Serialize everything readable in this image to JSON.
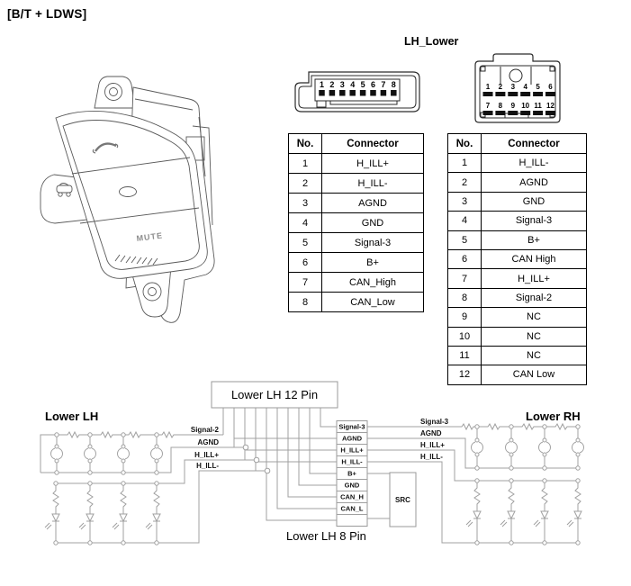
{
  "page": {
    "title": "[B/T + LDWS]"
  },
  "connector_label": "LH_Lower",
  "connectors": {
    "eight_pin": {
      "pins": [
        "1",
        "2",
        "3",
        "4",
        "5",
        "6",
        "7",
        "8"
      ]
    },
    "twelve_pin": {
      "pins_row1": [
        "1",
        "2",
        "3",
        "4",
        "5",
        "6"
      ],
      "pins_row2": [
        "7",
        "8",
        "9",
        "10",
        "11",
        "12"
      ]
    }
  },
  "pin_tables": [
    {
      "headers": [
        "No.",
        "Connector"
      ],
      "rows": [
        [
          "1",
          "H_ILL+"
        ],
        [
          "2",
          "H_ILL-"
        ],
        [
          "3",
          "AGND"
        ],
        [
          "4",
          "GND"
        ],
        [
          "5",
          "Signal-3"
        ],
        [
          "6",
          "B+"
        ],
        [
          "7",
          "CAN_High"
        ],
        [
          "8",
          "CAN_Low"
        ]
      ]
    },
    {
      "headers": [
        "No.",
        "Connector"
      ],
      "rows": [
        [
          "1",
          "H_ILL-"
        ],
        [
          "2",
          "AGND"
        ],
        [
          "3",
          "GND"
        ],
        [
          "4",
          "Signal-3"
        ],
        [
          "5",
          "B+"
        ],
        [
          "6",
          "CAN High"
        ],
        [
          "7",
          "H_ILL+"
        ],
        [
          "8",
          "Signal-2"
        ],
        [
          "9",
          "NC"
        ],
        [
          "10",
          "NC"
        ],
        [
          "11",
          "NC"
        ],
        [
          "12",
          "CAN Low"
        ]
      ]
    }
  ],
  "switch_illustration": {
    "mute_label": "MUTE"
  },
  "diagram": {
    "box12_label": "Lower LH 12 Pin",
    "box8_label": "Lower LH 8 Pin",
    "lower_lh_label": "Lower LH",
    "lower_rh_label": "Lower RH",
    "src_label": "SRC",
    "left_signals": [
      "Signal-2",
      "AGND",
      "H_ILL+",
      "H_ILL-"
    ],
    "center_rows": [
      "Signal-3",
      "AGND",
      "H_ILL+",
      "H_ILL-",
      "B+",
      "GND",
      "CAN_H",
      "CAN_L"
    ],
    "right_signals": [
      "Signal-3",
      "AGND",
      "H_ILL+",
      "H_ILL-"
    ],
    "wire_color": "#a0a0a0"
  }
}
